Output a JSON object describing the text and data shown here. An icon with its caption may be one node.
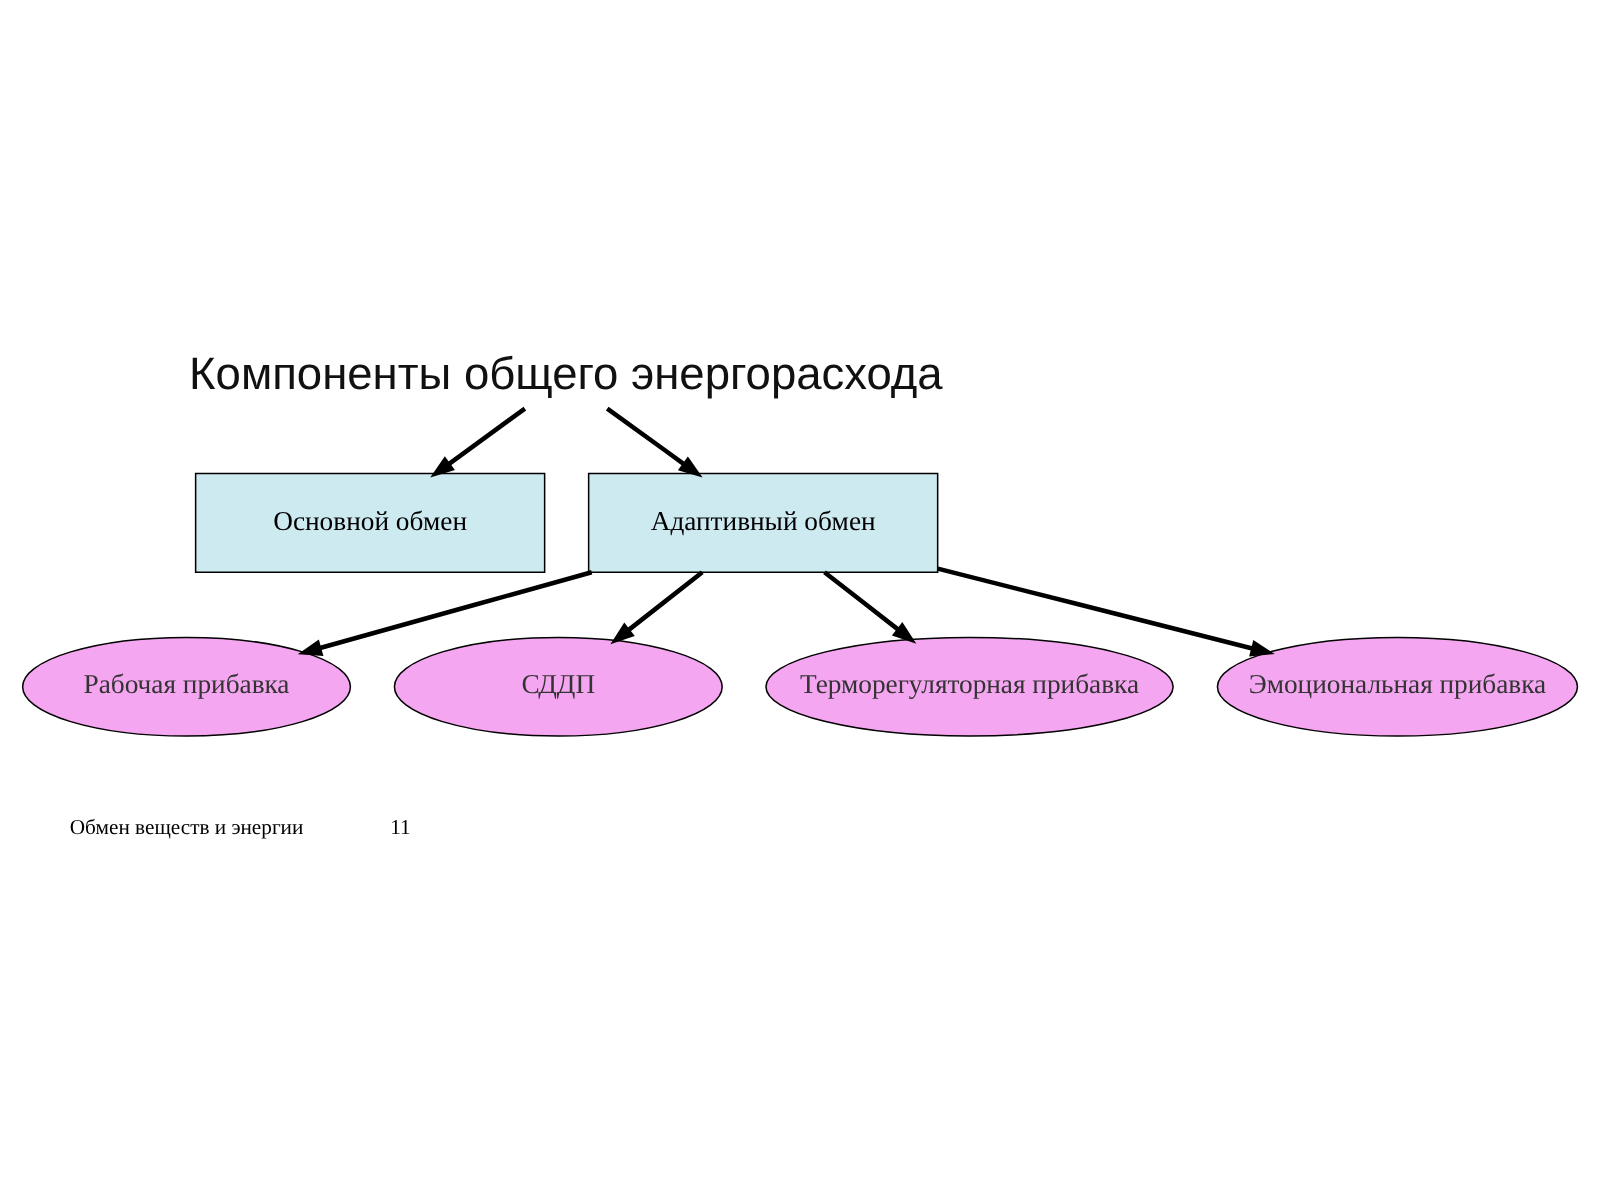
{
  "diagram": {
    "nodes": [
      {
        "text": [
          "Компоненты общего энергорасхода"
        ]
      },
      {
        "text": [
          "Основной обмен"
        ]
      },
      {
        "text": [
          "Адаптивный обмен"
        ]
      },
      {
        "text": [
          "Рабочая прибавка"
        ]
      },
      {
        "text": [
          "СДДП"
        ]
      },
      {
        "text": [
          "Терморегуляторная прибавка"
        ]
      },
      {
        "text": [
          "Эмоциональная прибавка"
        ]
      }
    ],
    "edges": [
      {
        "from": 0,
        "to": 1,
        "arrow": "to"
      },
      {
        "from": 0,
        "to": 2,
        "arrow": "to"
      },
      {
        "from": 2,
        "to": 3,
        "arrow": "to"
      },
      {
        "from": 2,
        "to": 4,
        "arrow": "to"
      },
      {
        "from": 2,
        "to": 5,
        "arrow": "to"
      },
      {
        "from": 2,
        "to": 6,
        "arrow": "to"
      }
    ],
    "labels": [
      "Обмен веществ и энергии",
      "11"
    ]
  }
}
